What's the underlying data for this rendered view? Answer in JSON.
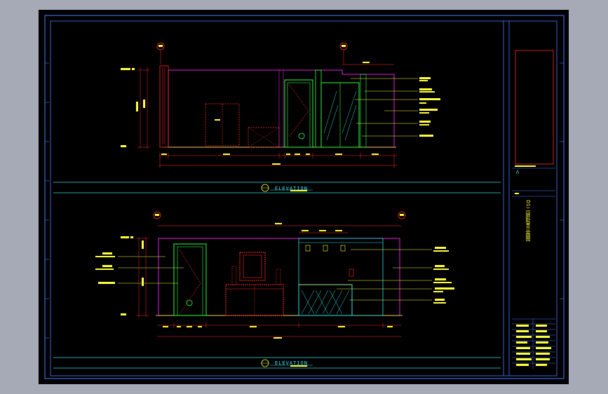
{
  "drawing": {
    "elevation_label_top": "ELEVATION",
    "elevation_label_bottom": "ELEVATION",
    "sheet_title_vertical": "D1二层卧室立面图",
    "colors": {
      "background": "#a6aab6",
      "paper": "#000000",
      "frame": "#4b7bff",
      "magenta": "#e020e0",
      "red": "#ff2a2a",
      "green": "#2cff3a",
      "yellow": "#ffff3c",
      "cyan": "#30e0e0"
    },
    "icons": [
      "grid-bubble-icon",
      "section-marker-icon",
      "door-swing-icon"
    ]
  }
}
